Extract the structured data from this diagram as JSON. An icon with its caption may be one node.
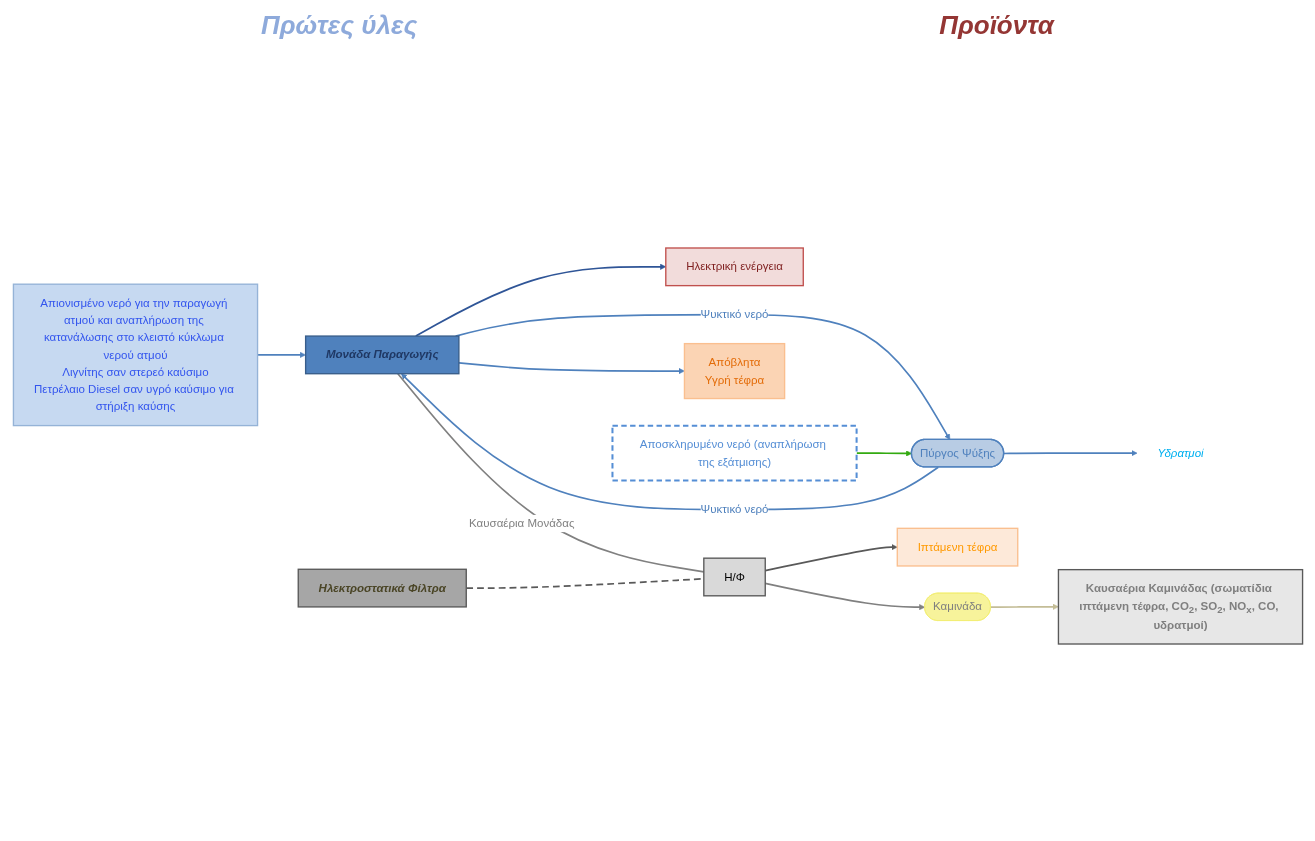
{
  "diagram": {
    "nodes": [
      {
        "text": [
          "Απιονισμένο νερό για την παραγωγή ατμού και αναπλήρωση της κατανάλωσης στο κλειστό κύκλωμα νερού ατμού",
          "Λιγνίτης σαν στερεό καύσιμο",
          "Πετρέλαιο Diesel σαν υγρό καύσιμο για στήριξη καύσης"
        ]
      },
      {
        "text": [
          "Μονάδα Παραγωγής"
        ]
      },
      {
        "text": [
          "Ηλεκτρική ενέργεια"
        ]
      },
      {
        "text": [
          "Πύργος Ψύξης"
        ]
      },
      {
        "text": [
          "Υδρατμοί"
        ]
      },
      {
        "text": [
          "Αποσκληρυμένο νερό (αναπλήρωση της εξάτμισης)"
        ]
      },
      {
        "text": [
          "Απόβλητα",
          "Υγρή τέφρα"
        ]
      },
      {
        "text": [
          "Ιπτάμενη τέφρα"
        ]
      },
      {
        "text": [
          "Η/Φ"
        ]
      },
      {
        "text": [
          "Ηλεκτροστατικά Φίλτρα"
        ]
      },
      {
        "text": [
          "Καμινάδα"
        ]
      },
      {
        "text": [
          "Καυσαέρια Καμινάδας (σωματίδια ιπτάμενη τέφρα, CO$_{2}$, SO$_{2}$, NO$_{x}$, CO, υδρατμοί)"
        ]
      }
    ],
    "edges": [
      {
        "from": 0,
        "to": 1,
        "arrow": "to"
      },
      {
        "from": 1,
        "to": 2,
        "arrow": "to",
        "color": "#2f5597"
      },
      {
        "from": 1,
        "to": 3,
        "arrow": "to",
        "label": "Ψυκτικό νερό"
      },
      {
        "from": 3,
        "to": 1,
        "arrow": "to",
        "label": "Ψυκτικό νερό"
      },
      {
        "from": 3,
        "to": 4,
        "arrow": "to"
      },
      {
        "from": 5,
        "to": 3,
        "arrow": "to",
        "color": "#33aa11"
      },
      {
        "from": 1,
        "to": 6,
        "arrow": "to"
      },
      {
        "from": 1,
        "to": 8,
        "arrow": "none",
        "label": "Καυσαέρια Μονάδας",
        "color": "#808080"
      },
      {
        "from": 8,
        "to": 7,
        "arrow": "to",
        "color": "#595959"
      },
      {
        "from": 9,
        "to": 8,
        "arrow": "none",
        "style": "dashed",
        "color": "#595959"
      },
      {
        "from": 8,
        "to": 10,
        "arrow": "to",
        "color": "#808080"
      },
      {
        "from": 10,
        "to": 11,
        "arrow": "to",
        "color": "#c4bd97"
      }
    ],
    "labels": [
      "Πρώτες ύλες",
      "Προϊόντα"
    ]
  }
}
